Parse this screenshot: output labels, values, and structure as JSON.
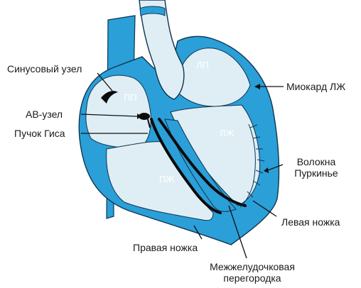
{
  "colors": {
    "myocardium": "#2b9fd8",
    "cavity": "#dfeef5",
    "outline": "#0d3550",
    "conduction": "#0b0b0b",
    "label_text": "#1a1a1a"
  },
  "chambers": {
    "right_atrium": "ПП",
    "left_atrium": "ЛП",
    "left_ventricle": "ЛЖ",
    "right_ventricle": "ПЖ"
  },
  "labels": {
    "sa_node": "Синусовый узел",
    "av_node": "АВ-узел",
    "his_bundle": "Пучок Гиса",
    "lv_myocardium": "Миокард ЛЖ",
    "purkinje_line1": "Волокна",
    "purkinje_line2": "Пуркинье",
    "left_branch": "Левая ножка",
    "right_branch": "Правая ножка",
    "septum_line1": "Межжелудочковая",
    "septum_line2": "перегородка"
  }
}
